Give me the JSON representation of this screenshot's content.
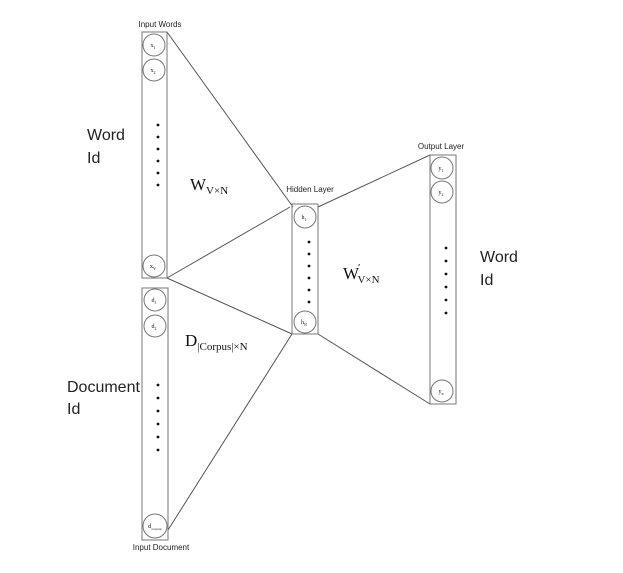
{
  "labels": {
    "input_words": "Input Words",
    "input_document": "Input Document",
    "hidden_layer": "Hidden Layer",
    "output_layer": "Output Layer",
    "word_id_left_line1": "Word",
    "word_id_left_line2": "Id",
    "document_id_line1": "Document",
    "document_id_line2": "Id",
    "word_id_right_line1": "Word",
    "word_id_right_line2": "Id"
  },
  "weights": {
    "w_base": "W",
    "w_sub": "V×N",
    "d_base": "D",
    "d_sub": "|Corpus|×N",
    "wprime_base": "W",
    "wprime_mark": "′",
    "wprime_sub": "V×N"
  },
  "nodes": {
    "input_words": [
      "x",
      "x",
      "x"
    ],
    "input_words_sub": [
      "1",
      "2",
      "V"
    ],
    "input_doc": [
      "d",
      "d",
      "d"
    ],
    "input_doc_sub": [
      "1",
      "2",
      "|corpus|"
    ],
    "hidden": [
      "h",
      "h"
    ],
    "hidden_sub": [
      "1",
      "N"
    ],
    "output": [
      "y",
      "y",
      "y"
    ],
    "output_sub": [
      "1",
      "2",
      "n"
    ]
  },
  "colors": {
    "stroke": "#777777",
    "line": "#555555",
    "text": "#222222"
  }
}
